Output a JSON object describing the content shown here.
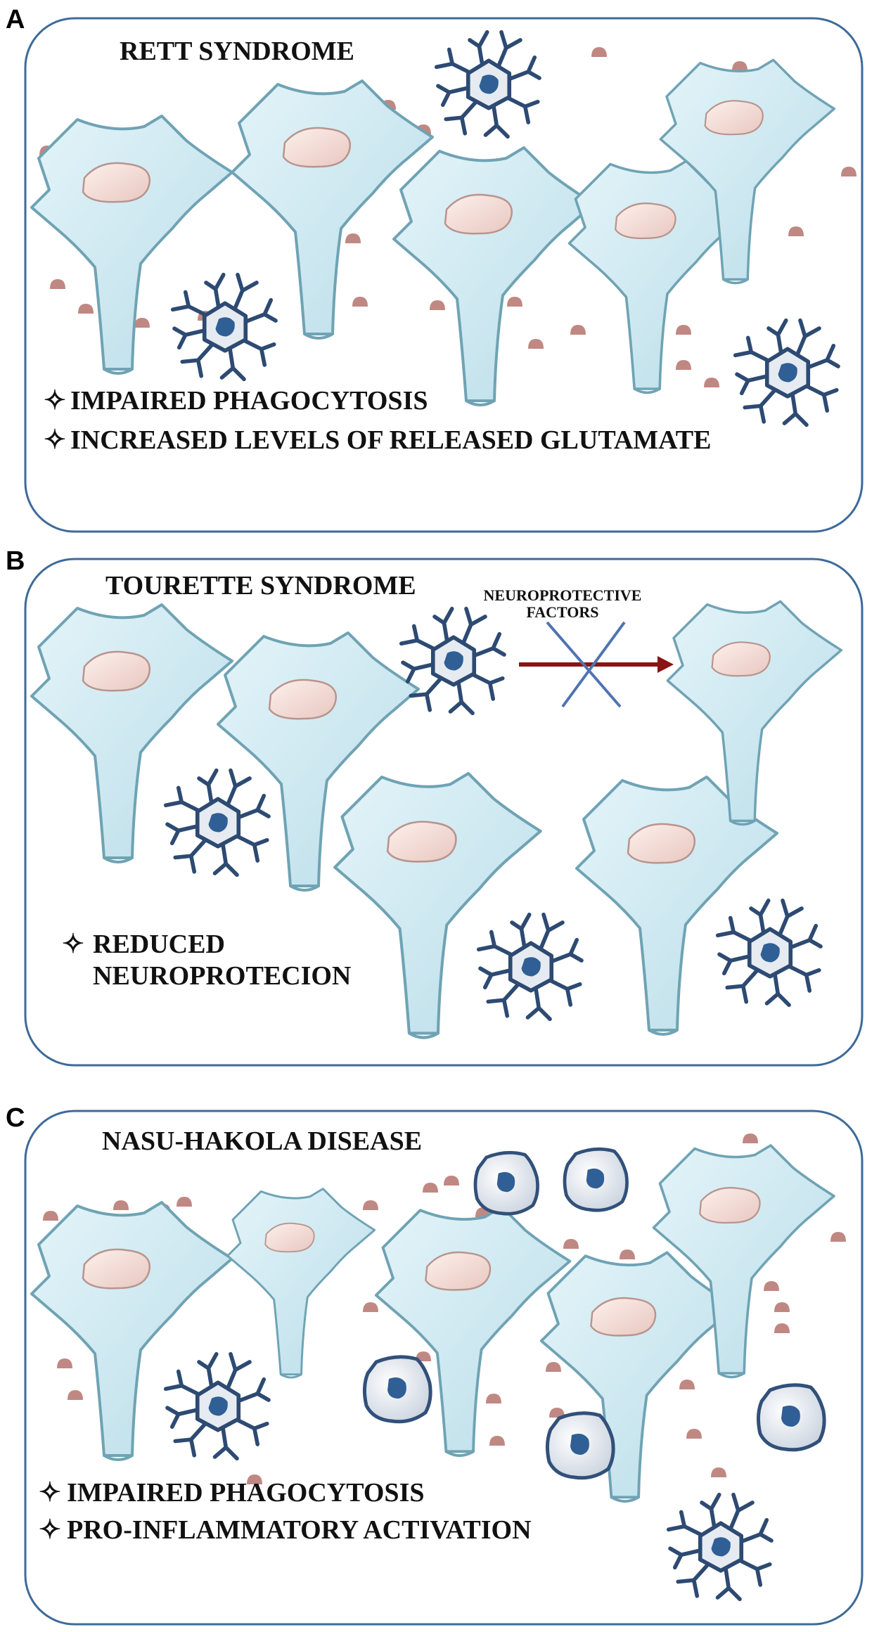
{
  "colors": {
    "neuron_fill": "#cfe9f3",
    "neuron_stroke": "#6fa3b4",
    "nucleus_fill": "#f6dcd6",
    "nucleus_stroke": "#b8948d",
    "microglia_stroke": "#2d4a72",
    "microglia_nucleus": "#2f5f95",
    "activated_fill": "#eef1f5",
    "activated_stroke": "#31507a",
    "glutamate": "#c08882",
    "frame": "#3d6a9a",
    "arrow": "#8a1414",
    "cross": "#4f74b0"
  },
  "panels": [
    {
      "letter": "A",
      "title": "RETT SYNDROME",
      "bullets": [
        "IMPAIRED PHAGOCYTOSIS",
        "INCREASED LEVELS OF RELEASED GLUTAMATE"
      ]
    },
    {
      "letter": "B",
      "title": "TOURETTE SYNDROME",
      "factor_label_line1": "NEUROPROTECTIVE",
      "factor_label_line2": "FACTORS",
      "bullets": [
        "REDUCED",
        "NEUROPROTECION"
      ]
    },
    {
      "letter": "C",
      "title": "NASU-HAKOLA DISEASE",
      "bullets": [
        "IMPAIRED PHAGOCYTOSIS",
        "PRO-INFLAMMATORY ACTIVATION"
      ]
    }
  ],
  "bullet_symbol": "✧"
}
